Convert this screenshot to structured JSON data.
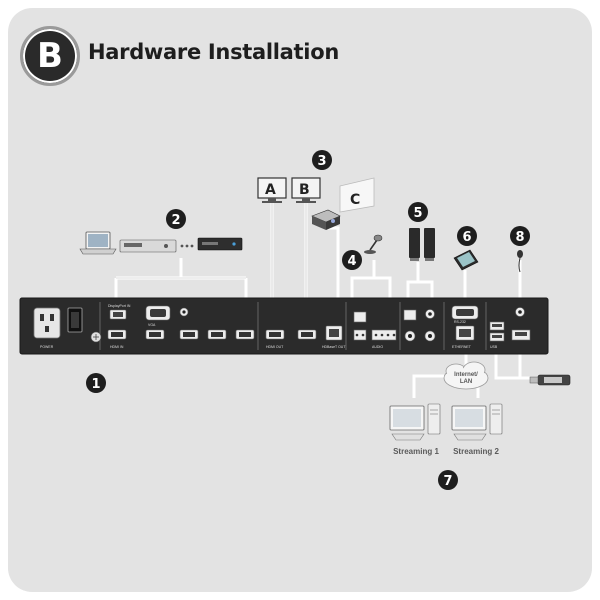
{
  "header": {
    "badge_letter": "B",
    "title": "Hardware Installation"
  },
  "callouts": [
    "1",
    "2",
    "3",
    "4",
    "5",
    "6",
    "7",
    "8"
  ],
  "displays": {
    "a_label": "A",
    "b_label": "B",
    "c_label": "C"
  },
  "network": {
    "cloud_label_1": "Internet/",
    "cloud_label_2": "LAN"
  },
  "streaming": {
    "label_1": "Streaming 1",
    "label_2": "Streaming 2"
  },
  "panel_labels": {
    "power": "POWER",
    "displayport": "DisplayPort IN",
    "vga": "VGA",
    "hdmi_in": "HDMI IN",
    "hdmi_out": "HDMI OUT",
    "hdbaset": "HDBaseT OUT",
    "audio": "AUDIO",
    "ethernet": "ETHERNET",
    "rs232": "RS-232",
    "usb": "USB"
  },
  "colors": {
    "card_bg": "#e3e3e3",
    "panel": "#2b2b2b",
    "badge": "#2a2a2a",
    "line": "#d8d8d8"
  }
}
